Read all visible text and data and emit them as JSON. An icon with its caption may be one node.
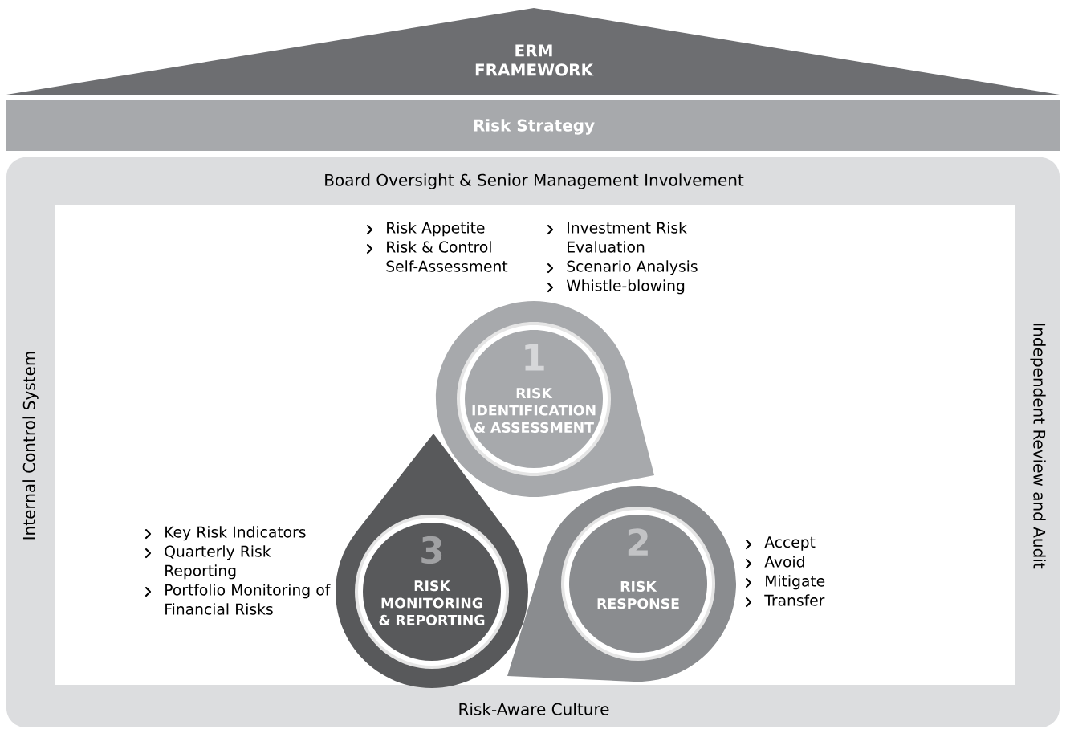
{
  "diagram": {
    "nodes": [
      {
        "text": [
          "ERM FRAMEWORK"
        ]
      },
      {
        "text": [
          "Risk Strategy"
        ]
      },
      {
        "text": [
          "Board Oversight & Senior Management Involvement",
          "Internal Control System",
          "Independent Review and Audit",
          "Risk-Aware Culture"
        ]
      },
      {
        "text": [
          "1",
          "RISK IDENTIFICATION & ASSESSMENT"
        ],
        "in": 2,
        "beside": [
          "Risk Appetite",
          "Risk & Control Self-Assessment",
          "Investment Risk Evaluation",
          "Scenario Analysis",
          "Whistle-blowing"
        ]
      },
      {
        "text": [
          "2",
          "RISK RESPONSE"
        ],
        "in": 2,
        "beside": [
          "Accept",
          "Avoid",
          "Mitigate",
          "Transfer"
        ]
      },
      {
        "text": [
          "3",
          "RISK MONITORING & REPORTING"
        ],
        "in": 2,
        "beside": [
          "Key Risk Indicators",
          "Quarterly Risk Reporting",
          "Portfolio Monitoring of Financial Risks"
        ]
      }
    ],
    "edges": []
  }
}
